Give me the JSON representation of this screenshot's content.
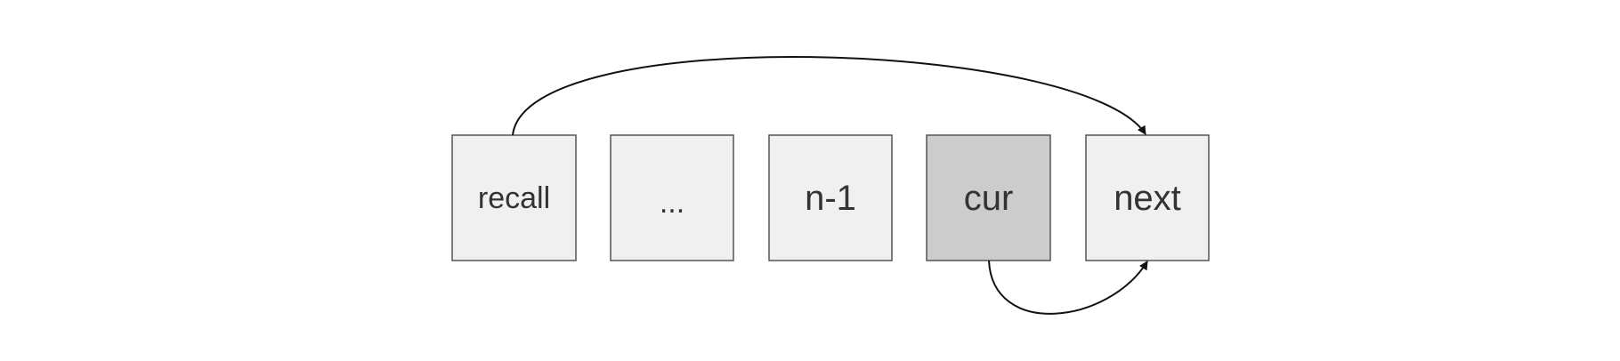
{
  "boxes": [
    {
      "id": "recall",
      "label": "recall",
      "fill": "#f0f0f0"
    },
    {
      "id": "ellipsis",
      "label": "...",
      "fill": "#f0f0f0"
    },
    {
      "id": "n-1",
      "label": "n-1",
      "fill": "#f0f0f0"
    },
    {
      "id": "cur",
      "label": "cur",
      "fill": "#cccccc",
      "highlighted": true
    },
    {
      "id": "next",
      "label": "next",
      "fill": "#f0f0f0"
    }
  ],
  "arrows": [
    {
      "from": "recall",
      "to": "next",
      "side": "top"
    },
    {
      "from": "cur",
      "to": "next",
      "side": "bottom"
    }
  ]
}
